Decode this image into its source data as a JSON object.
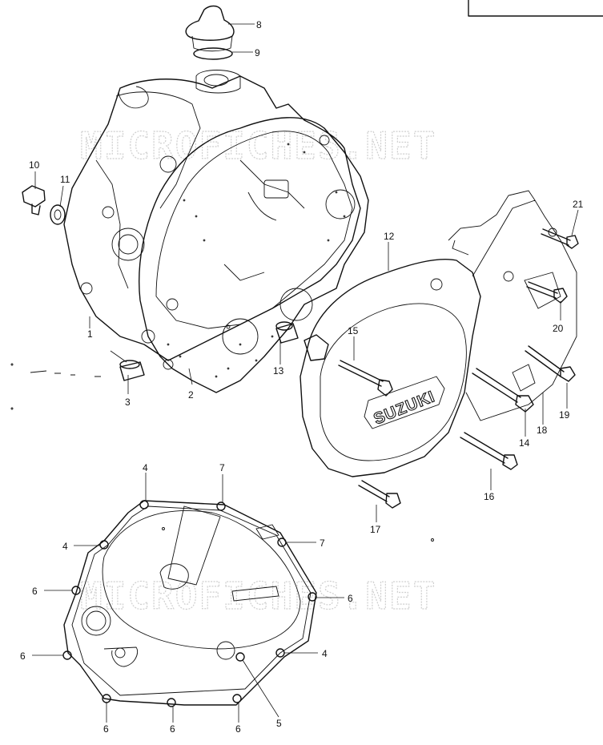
{
  "watermark": "MICROFICHES.NET",
  "brand_mark": "SUZUKI",
  "callouts": [
    "1",
    "2",
    "3",
    "4",
    "5",
    "6",
    "7",
    "8",
    "9",
    "10",
    "11",
    "12",
    "13",
    "14",
    "15",
    "16",
    "17",
    "18",
    "19",
    "20",
    "21"
  ],
  "colors": {
    "ink": "#111111",
    "watermark": "#cfcfcf",
    "background": "#ffffff"
  }
}
